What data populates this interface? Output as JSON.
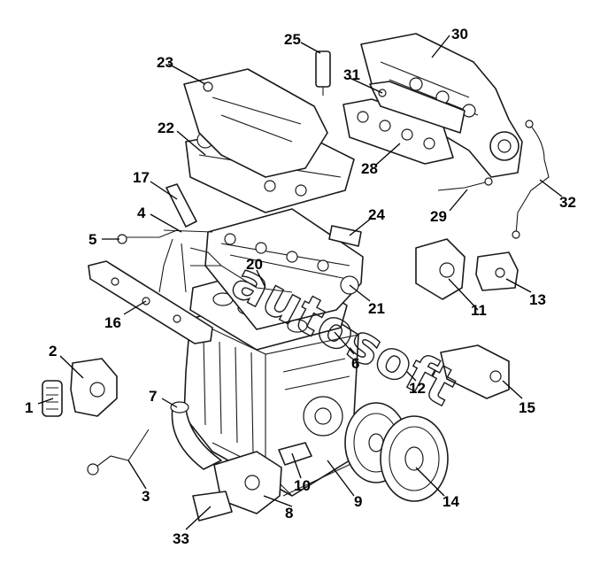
{
  "diagram": {
    "watermark": "autosoft",
    "callouts": [
      {
        "id": "c1",
        "label": "1"
      },
      {
        "id": "c2",
        "label": "2"
      },
      {
        "id": "c3",
        "label": "3"
      },
      {
        "id": "c4",
        "label": "4"
      },
      {
        "id": "c5",
        "label": "5"
      },
      {
        "id": "c6",
        "label": "6"
      },
      {
        "id": "c7",
        "label": "7"
      },
      {
        "id": "c8",
        "label": "8"
      },
      {
        "id": "c9",
        "label": "9"
      },
      {
        "id": "c10",
        "label": "10"
      },
      {
        "id": "c11",
        "label": "11"
      },
      {
        "id": "c12",
        "label": "12"
      },
      {
        "id": "c13",
        "label": "13"
      },
      {
        "id": "c14",
        "label": "14"
      },
      {
        "id": "c15",
        "label": "15"
      },
      {
        "id": "c16",
        "label": "16"
      },
      {
        "id": "c17",
        "label": "17"
      },
      {
        "id": "c20",
        "label": "20"
      },
      {
        "id": "c21",
        "label": "21"
      },
      {
        "id": "c22",
        "label": "22"
      },
      {
        "id": "c23",
        "label": "23"
      },
      {
        "id": "c24",
        "label": "24"
      },
      {
        "id": "c25",
        "label": "25"
      },
      {
        "id": "c28",
        "label": "28"
      },
      {
        "id": "c29",
        "label": "29"
      },
      {
        "id": "c30",
        "label": "30"
      },
      {
        "id": "c31",
        "label": "31"
      },
      {
        "id": "c32",
        "label": "32"
      },
      {
        "id": "c33",
        "label": "33"
      }
    ]
  }
}
